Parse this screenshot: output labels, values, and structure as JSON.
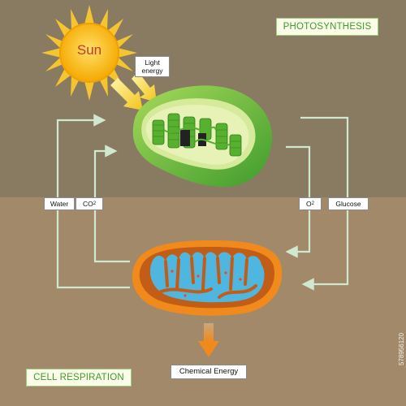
{
  "labels": {
    "sun": "Sun",
    "light_energy_line1": "Light",
    "light_energy_line2": "energy",
    "photosynthesis": "PHOTOSYNTHESIS",
    "cell_respiration": "CELL RESPIRATION",
    "water": "Water",
    "co2_main": "CO",
    "co2_sub": "2",
    "o2_main": "O",
    "o2_sub": "2",
    "glucose": "Glucose",
    "chemical_energy": "Chemical Energy"
  },
  "watermark": "578956120",
  "colors": {
    "background_top": "#897a62",
    "background_bottom": "#a2896a",
    "arrow_line": "#cfe8cf",
    "sun_core": "#f5a800",
    "sun_text": "#c0392b",
    "chloroplast": "#7cc242",
    "mitochondrion": "#f08a1c",
    "mito_matrix": "#4fb6e0",
    "title_green": "#3f9a2e"
  }
}
